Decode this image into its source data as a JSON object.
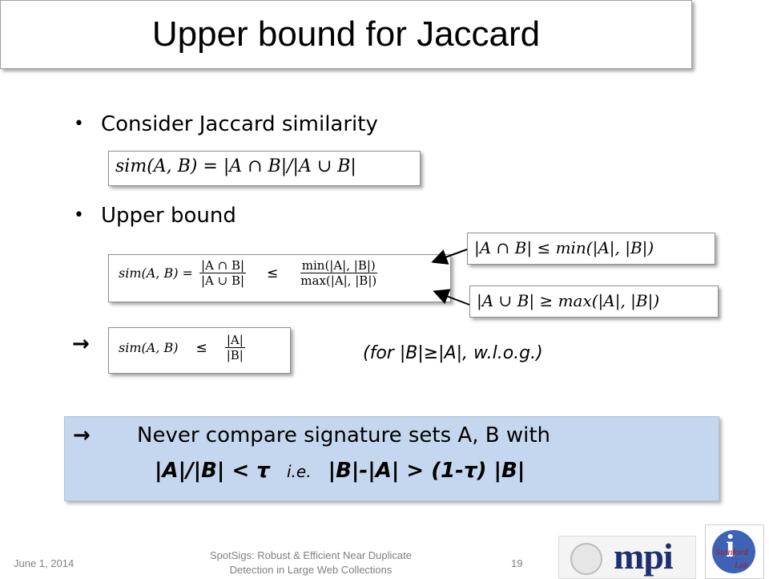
{
  "slide": {
    "title": "Upper bound for Jaccard",
    "bullets": [
      "Consider Jaccard similarity",
      "Upper bound"
    ],
    "formula_sim": "sim(A, B) = |A ∩ B|/|A ∪ B|",
    "formula_bound": {
      "lhs": "sim(A, B) =",
      "frac1_num": "|A ∩ B|",
      "frac1_den": "|A ∪ B|",
      "rel": "≤",
      "frac2_num": "min(|A|, |B|)",
      "frac2_den": "max(|A|, |B|)"
    },
    "side_formula_1": "|A ∩ B| ≤ min(|A|, |B|)",
    "side_formula_2": "|A ∪ B| ≥ max(|A|, |B|)",
    "implies_symbol": "→",
    "formula_result": {
      "lhs": "sim(A, B)",
      "rel": "≤",
      "frac_num": "|A|",
      "frac_den": "|B|"
    },
    "result_note": "(for |B|≥|A|, w.l.o.g.)",
    "callout": {
      "arrow": "→",
      "line1": "Never compare signature sets A, B with",
      "line2_a": "|A|/|B| < τ",
      "line2_ie": "i.e.",
      "line2_b": "|B|-|A| > (1-τ) |B|"
    }
  },
  "footer": {
    "date": "June 1, 2014",
    "caption_line1": "SpotSigs: Robust & Efficient Near Duplicate",
    "caption_line2": "Detection in Large Web Collections",
    "page_number": "19",
    "logo_mpi": "mpi",
    "logo_stanford": "Stanford",
    "logo_infolab": "Lab"
  }
}
